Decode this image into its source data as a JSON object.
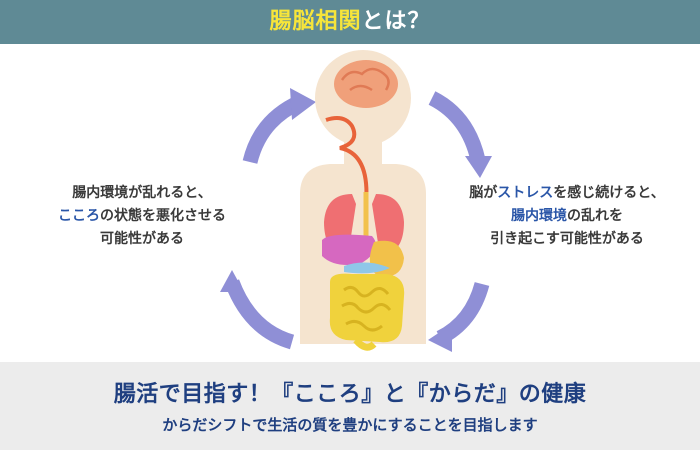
{
  "header": {
    "title_highlight": "腸脳相関",
    "title_rest": "とは？"
  },
  "left_text": {
    "line1": "腸内環境が乱れると、",
    "line2_em": "こころ",
    "line2_rest": "の状態を悪化させる",
    "line3": "可能性がある"
  },
  "right_text": {
    "line1_a": "脳が",
    "line1_em": "ストレス",
    "line1_b": "を感じ続けると、",
    "line2_em": "腸内環境",
    "line2_rest": "の乱れを",
    "line3": "引き起こす可能性がある"
  },
  "footer": {
    "main": "腸活で目指す！『こころ』と『からだ』の健康",
    "sub": "からだシフトで生活の質を豊かにすることを目指します"
  },
  "colors": {
    "header_bg": "#5f8a95",
    "highlight": "#f7e53a",
    "arrow": "#8f8fd6",
    "body": "#f5e4cf",
    "emphasis": "#2a56a8"
  },
  "icons": {
    "body_illustration": "human-anatomy-icon",
    "arrows": "cycle-arrow-icon"
  }
}
